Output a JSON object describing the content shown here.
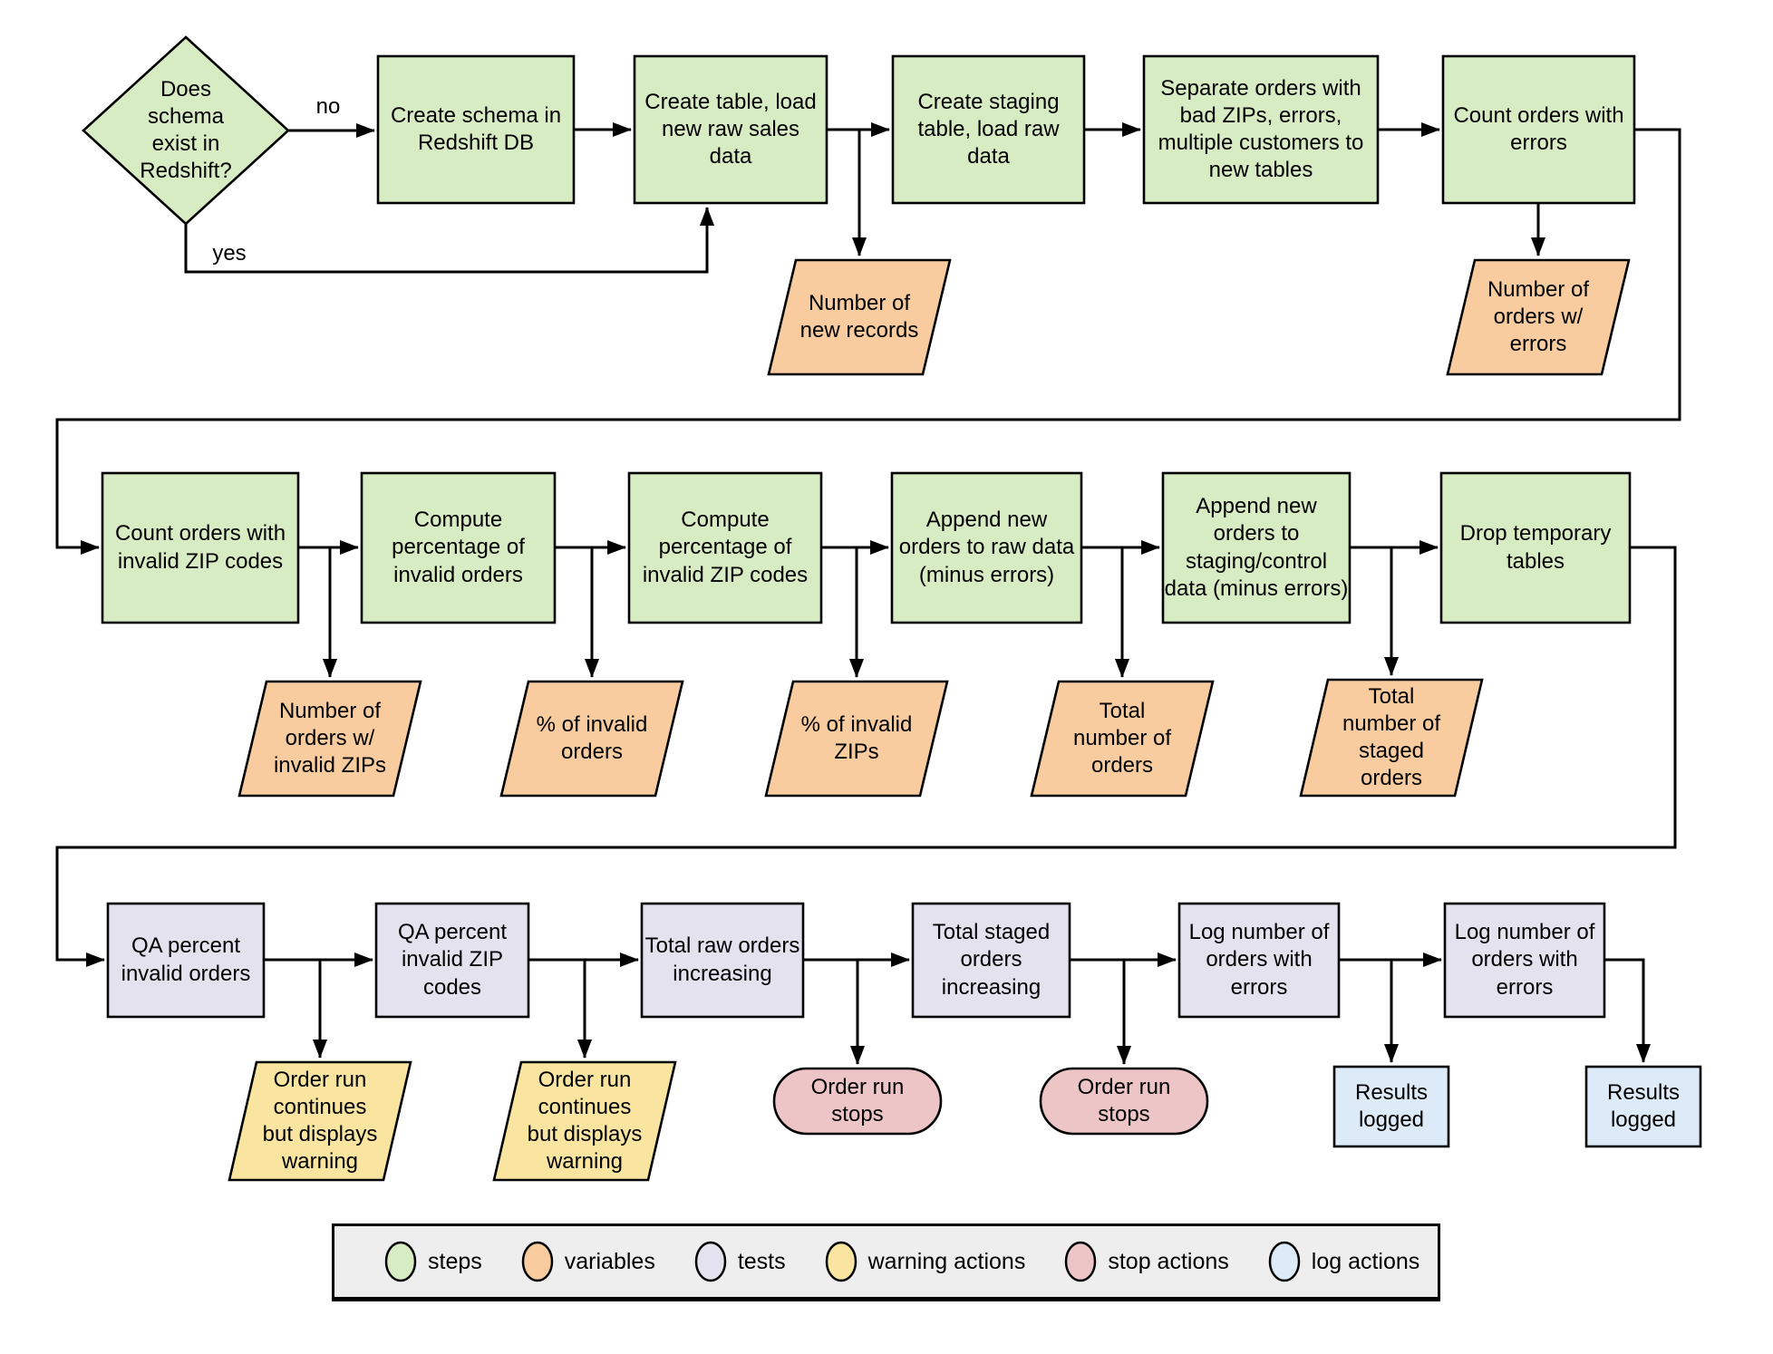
{
  "colors": {
    "steps": "#d8ecc4",
    "variables": "#f8cc9e",
    "tests": "#e3e2ee",
    "warning_actions": "#f9e5a0",
    "stop_actions": "#edc5c7",
    "log_actions": "#ddeaf8",
    "legend_bg": "#eeeeee",
    "line": "#000000"
  },
  "legend": {
    "items": [
      {
        "label": "steps"
      },
      {
        "label": "variables"
      },
      {
        "label": "tests"
      },
      {
        "label": "warning actions"
      },
      {
        "label": "stop actions"
      },
      {
        "label": "log actions"
      }
    ]
  },
  "flow": {
    "edge_labels": {
      "no": "no",
      "yes": "yes"
    },
    "nodes": {
      "decision_schema": {
        "type": "decision",
        "label": "Does\nschema\nexist in\nRedshift?"
      },
      "create_schema": {
        "type": "step",
        "label": "Create schema in\nRedshift DB"
      },
      "create_table": {
        "type": "step",
        "label": "Create table, load\nnew raw sales\ndata"
      },
      "create_staging": {
        "type": "step",
        "label": "Create staging\ntable, load raw\ndata"
      },
      "separate_orders": {
        "type": "step",
        "label": "Separate orders with\nbad ZIPs, errors,\nmultiple customers to\nnew tables"
      },
      "count_errors": {
        "type": "step",
        "label": "Count orders with\nerrors"
      },
      "num_new_records": {
        "type": "variable",
        "label": "Number of\nnew records"
      },
      "num_orders_errors": {
        "type": "variable",
        "label": "Number of\norders w/\nerrors"
      },
      "count_invalid_zips": {
        "type": "step",
        "label": "Count orders with\ninvalid ZIP codes"
      },
      "compute_pct_invalid_orders": {
        "type": "step",
        "label": "Compute\npercentage of\ninvalid orders"
      },
      "compute_pct_invalid_zips": {
        "type": "step",
        "label": "Compute\npercentage of\ninvalid ZIP codes"
      },
      "append_raw": {
        "type": "step",
        "label": "Append new\norders to raw data\n(minus errors)"
      },
      "append_staging": {
        "type": "step",
        "label": "Append new\norders to\nstaging/control\ndata (minus errors)"
      },
      "drop_temp_tables": {
        "type": "step",
        "label": "Drop temporary\ntables"
      },
      "num_orders_invalid_zips": {
        "type": "variable",
        "label": "Number of\norders w/\ninvalid ZIPs"
      },
      "pct_invalid_orders": {
        "type": "variable",
        "label": "% of invalid\norders"
      },
      "pct_invalid_zips": {
        "type": "variable",
        "label": "% of invalid\nZIPs"
      },
      "total_num_orders": {
        "type": "variable",
        "label": "Total\nnumber of\norders"
      },
      "total_num_staged": {
        "type": "variable",
        "label": "Total\nnumber of\nstaged\norders"
      },
      "qa_pct_invalid_orders": {
        "type": "test",
        "label": "QA percent\ninvalid orders"
      },
      "qa_pct_invalid_zips": {
        "type": "test",
        "label": "QA percent\ninvalid ZIP\ncodes"
      },
      "raw_orders_increasing": {
        "type": "test",
        "label": "Total raw orders\nincreasing"
      },
      "staged_orders_increasing": {
        "type": "test",
        "label": "Total staged\norders\nincreasing"
      },
      "log_orders_errors_1": {
        "type": "test",
        "label": "Log number of\norders with\nerrors"
      },
      "log_orders_errors_2": {
        "type": "test",
        "label": "Log number of\norders with\nerrors"
      },
      "warning_1": {
        "type": "warning-action",
        "label": "Order run\ncontinues\nbut displays\nwarning"
      },
      "warning_2": {
        "type": "warning-action",
        "label": "Order run\ncontinues\nbut displays\nwarning"
      },
      "stop_1": {
        "type": "stop-action",
        "label": "Order run\nstops"
      },
      "stop_2": {
        "type": "stop-action",
        "label": "Order run\nstops"
      },
      "results_logged_1": {
        "type": "log-action",
        "label": "Results\nlogged"
      },
      "results_logged_2": {
        "type": "log-action",
        "label": "Results\nlogged"
      }
    }
  }
}
